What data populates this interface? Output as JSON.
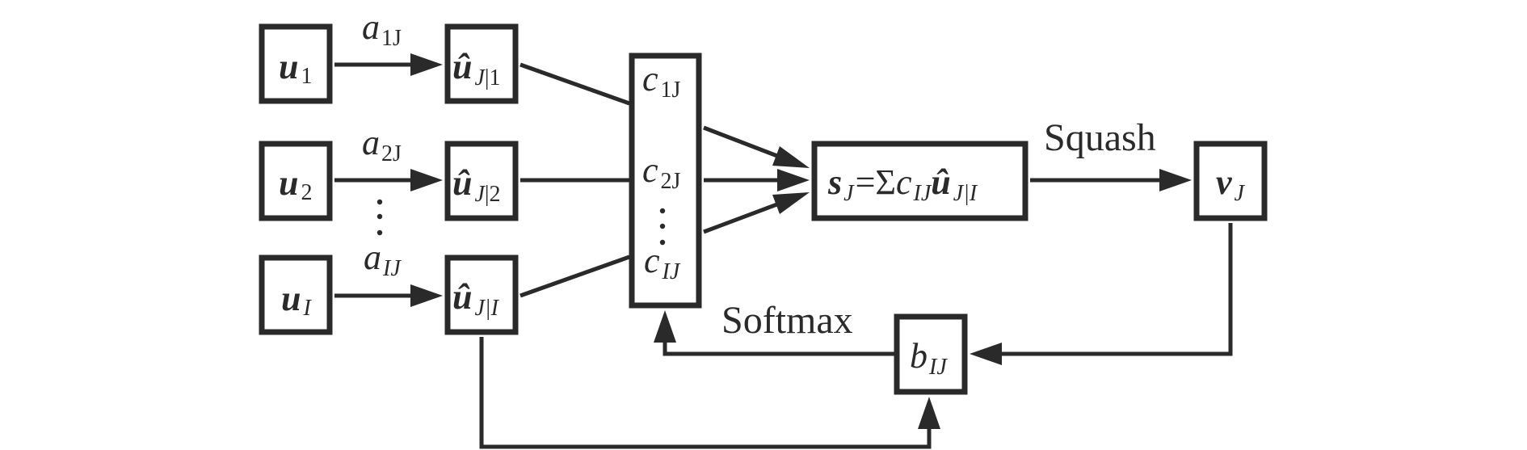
{
  "diagram": {
    "title": "Dynamic routing between capsules",
    "inputs": [
      {
        "symbol": "u",
        "sub": "1",
        "sub_italic": false,
        "weight_symbol": "a",
        "weight_sub": "1J",
        "pred_symbol": "û",
        "pred_sub_main": "J",
        "pred_sub_rest": "|1"
      },
      {
        "symbol": "u",
        "sub": "2",
        "sub_italic": false,
        "weight_symbol": "a",
        "weight_sub": "2J",
        "pred_symbol": "û",
        "pred_sub_main": "J",
        "pred_sub_rest": "|2"
      },
      {
        "symbol": "u",
        "sub": "I",
        "sub_italic": true,
        "weight_symbol": "a",
        "weight_sub": "IJ",
        "pred_symbol": "û",
        "pred_sub_main": "J",
        "pred_sub_rest": "|I"
      }
    ],
    "coupling": [
      {
        "symbol": "c",
        "sub": "1J"
      },
      {
        "symbol": "c",
        "sub": "2J"
      },
      {
        "symbol": "c",
        "sub": "IJ"
      }
    ],
    "ellipsis": "⋮",
    "sum_box": {
      "lhs_symbol": "s",
      "lhs_sub": "J",
      "equals": "=",
      "sigma": "Σ",
      "c_symbol": "c",
      "c_sub": "IJ",
      "u_symbol": "û",
      "u_sub": "J|I"
    },
    "squash_label": "Squash",
    "output": {
      "symbol": "v",
      "sub": "J"
    },
    "logits": {
      "symbol": "b",
      "sub": "IJ"
    },
    "softmax_label": "Softmax",
    "stroke_color": "#2a2a2a",
    "background_color": "#ffffff"
  }
}
